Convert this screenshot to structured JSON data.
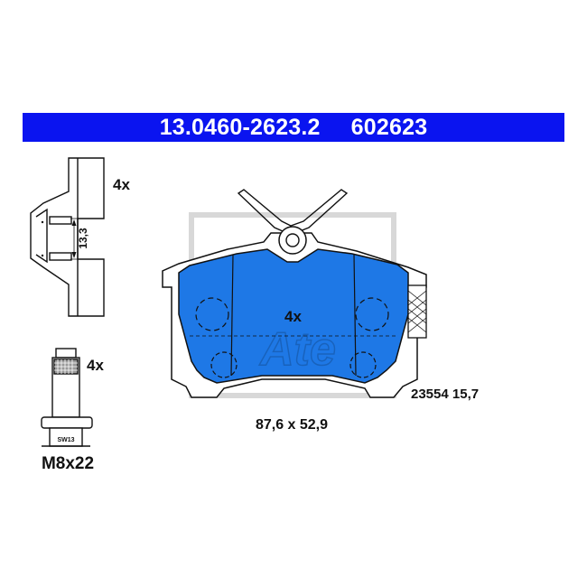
{
  "header": {
    "part_number": "13.0460-2623.2",
    "reference_number": "602623",
    "background_color": "#0a14f0"
  },
  "clip": {
    "quantity": "4x",
    "dimension": "13,3"
  },
  "pad": {
    "quantity": "4x",
    "watermark": "Ate",
    "wva_thickness": "23554 15,7",
    "dimensions": "87,6 x 52,9",
    "friction_color": "#1e78e6"
  },
  "bolt": {
    "quantity": "4x",
    "wrench_size": "SW13",
    "size": "M8x22"
  }
}
